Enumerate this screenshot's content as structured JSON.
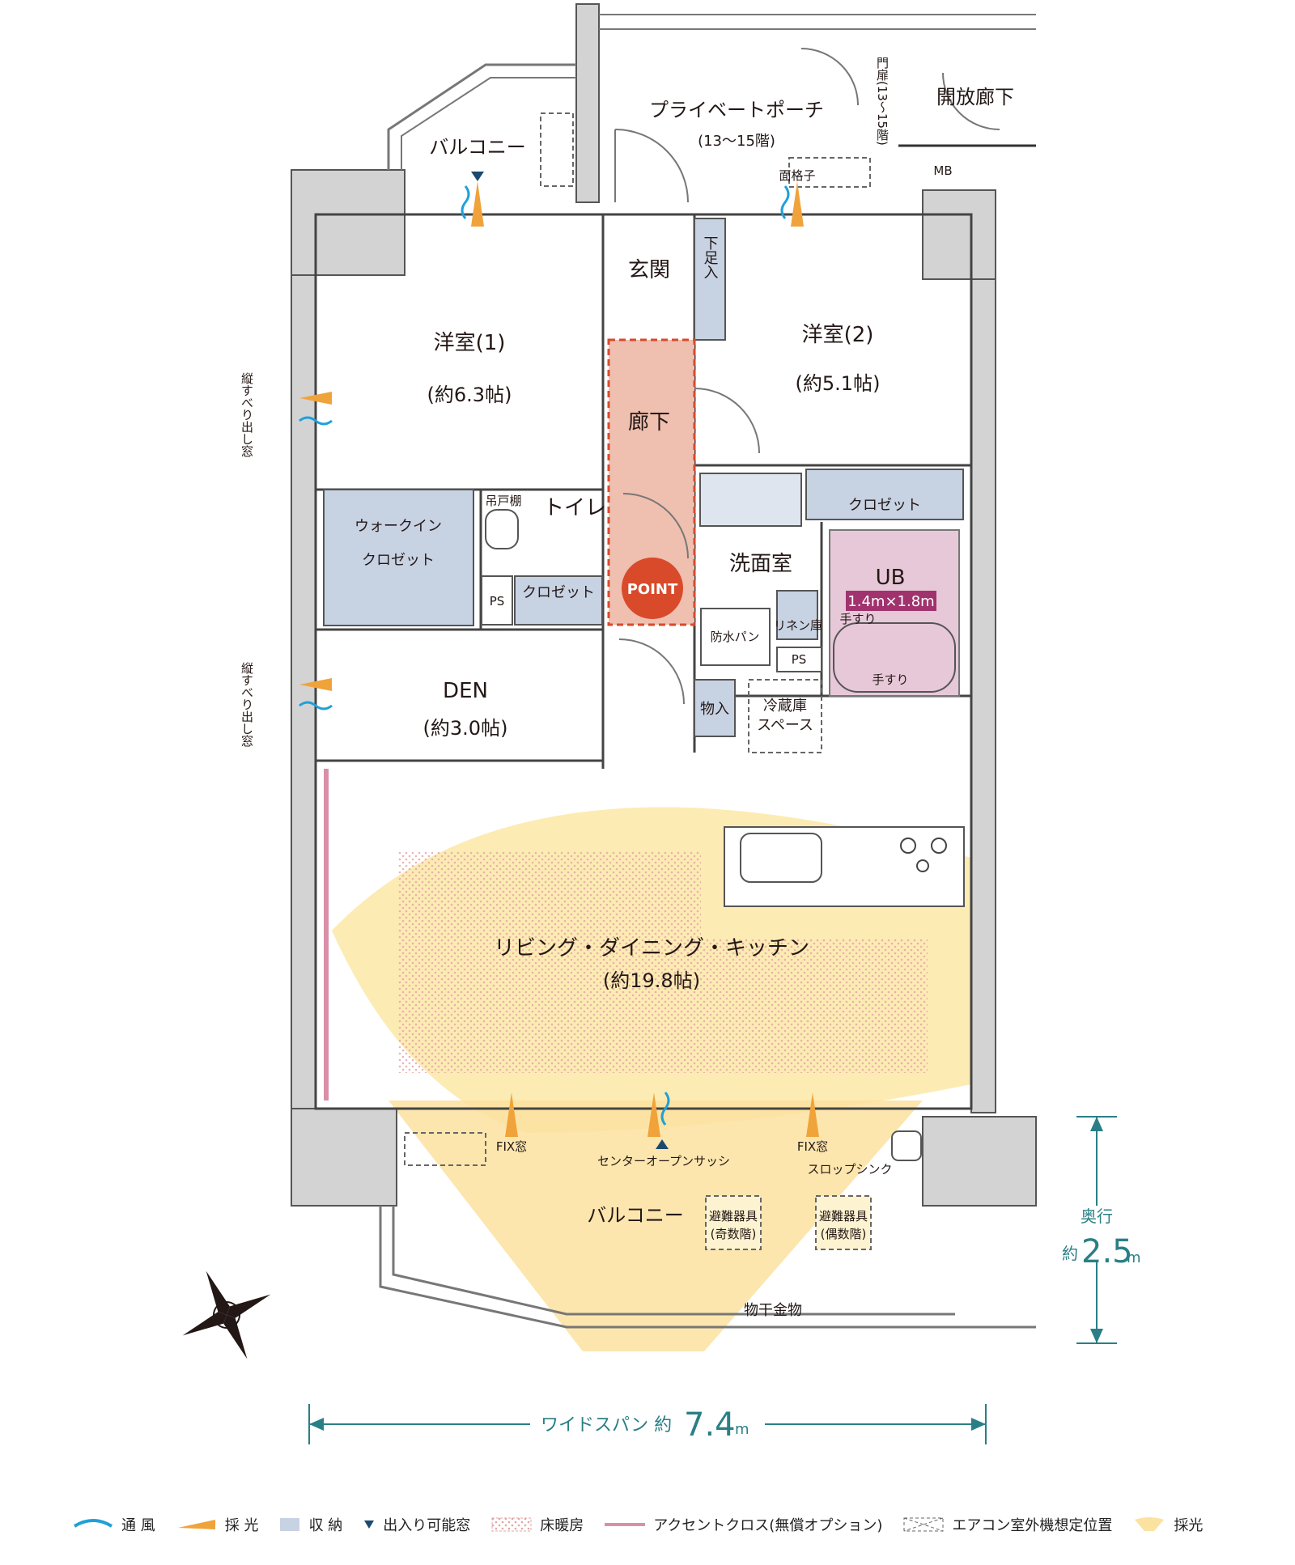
{
  "rooms": {
    "western1": {
      "name": "洋室(1)",
      "size": "(約6.3帖)"
    },
    "western2": {
      "name": "洋室(2)",
      "size": "(約5.1帖)"
    },
    "den": {
      "name": "DEN",
      "size": "(約3.0帖)"
    },
    "ldk": {
      "name": "リビング・ダイニング・キッチン",
      "size": "(約19.8帖)"
    },
    "entrance": "玄関",
    "hallway": "廊下",
    "toilet": "トイレ",
    "washroom": "洗面室",
    "ub": {
      "name": "UB",
      "size": "1.4m×1.8m"
    },
    "walkin": {
      "line1": "ウォークイン",
      "line2": "クロゼット"
    },
    "closet": "クロゼット",
    "closet2": "クロゼット",
    "storage": "物入",
    "shoebox": "下足入",
    "ps1": "PS",
    "ps2": "PS",
    "hanging_shelf": "吊戸棚",
    "waterproof_pan": "防水パン",
    "linen": "リネン庫",
    "fridge": {
      "line1": "冷蔵庫",
      "line2": "スペース"
    },
    "handrail1": "手すり",
    "handrail2": "手すり"
  },
  "exterior": {
    "private_porch": "プライベートポーチ",
    "porch_floors": "(13〜15階)",
    "open_corridor": "開放廊下",
    "gate": "門扉(13〜15階)",
    "mb": "MB",
    "balcony_top": "バルコニー",
    "face_grille": "面格子",
    "balcony_bottom": "バルコニー",
    "fix1": "FIX窓",
    "fix2": "FIX窓",
    "center_sash": "センターオープンサッシ",
    "slop_sink": "スロップシンク",
    "evac1": {
      "line1": "避難器具",
      "line2": "(奇数階)"
    },
    "evac2": {
      "line1": "避難器具",
      "line2": "(偶数階)"
    },
    "clothes": "物干金物",
    "side_window1": "縦すべり出し窓",
    "side_window2": "縦すべり出し窓"
  },
  "point_badge": "POINT",
  "dimensions": {
    "depth_label": "奥行",
    "depth_prefix": "約",
    "depth_value": "2.5",
    "depth_unit": "m",
    "span_label": "ワイドスパン 約",
    "span_value": "7.4",
    "span_unit": "m"
  },
  "legend": [
    {
      "icon": "wind-icon",
      "label": "通 風"
    },
    {
      "icon": "light-icon",
      "label": "採 光"
    },
    {
      "icon": "storage-icon",
      "label": "収 納"
    },
    {
      "icon": "entry-window-icon",
      "label": "出入り可能窓"
    },
    {
      "icon": "floor-heating-icon",
      "label": "床暖房"
    },
    {
      "icon": "accent-cloth-icon",
      "label": "アクセントクロス(無償オプション)"
    },
    {
      "icon": "ac-unit-icon",
      "label": "エアコン室外機想定位置"
    },
    {
      "icon": "light-fan-icon",
      "label": "採光"
    }
  ],
  "colors": {
    "wind": "#1fa0d8",
    "light": "#f0a33a",
    "storage": "#c7d2e3",
    "hallway": "#efbfb0",
    "point": "#d84a2a",
    "ub": "#e7c8d8",
    "ub_label": "#a0336e",
    "accent": "#d98fa8",
    "light_fan": "#fbe7a6",
    "dimension": "#2a7f86"
  }
}
